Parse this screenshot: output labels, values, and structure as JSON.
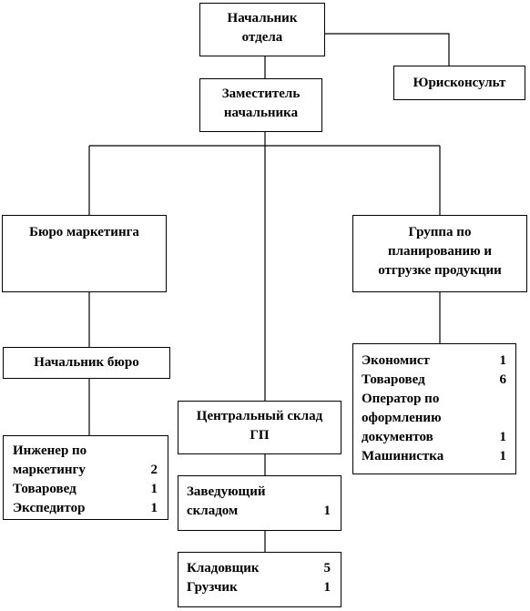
{
  "boxes": {
    "head": [
      "Начальник",
      "отдела"
    ],
    "legal": "Юрисконсульт",
    "deputy": [
      "Заместитель",
      "начальника"
    ],
    "marketing_bureau": "Бюро маркетинга",
    "planning_group": [
      "Группа по",
      "планированию и",
      "отгрузке продукции"
    ],
    "bureau_head": "Начальник бюро",
    "warehouse": [
      "Центральный склад",
      "ГП"
    ]
  },
  "staff": {
    "marketing": [
      {
        "role": [
          "Инженер по",
          "маркетингу"
        ],
        "count": "2"
      },
      {
        "role": [
          "Товаровед"
        ],
        "count": "1"
      },
      {
        "role": [
          "Экспедитор"
        ],
        "count": "1"
      }
    ],
    "planning": [
      {
        "role": [
          "Экономист"
        ],
        "count": "1"
      },
      {
        "role": [
          "Товаровед"
        ],
        "count": "6"
      },
      {
        "role": [
          "Оператор по",
          "оформлению",
          "документов"
        ],
        "count": "1"
      },
      {
        "role": [
          "Машинистка"
        ],
        "count": "1"
      }
    ],
    "warehouse_head": [
      {
        "role": [
          "Заведующий",
          "складом"
        ],
        "count": "1"
      }
    ],
    "warehouse_staff": [
      {
        "role": [
          "Кладовщик"
        ],
        "count": "5"
      },
      {
        "role": [
          "Грузчик"
        ],
        "count": "1"
      }
    ]
  }
}
